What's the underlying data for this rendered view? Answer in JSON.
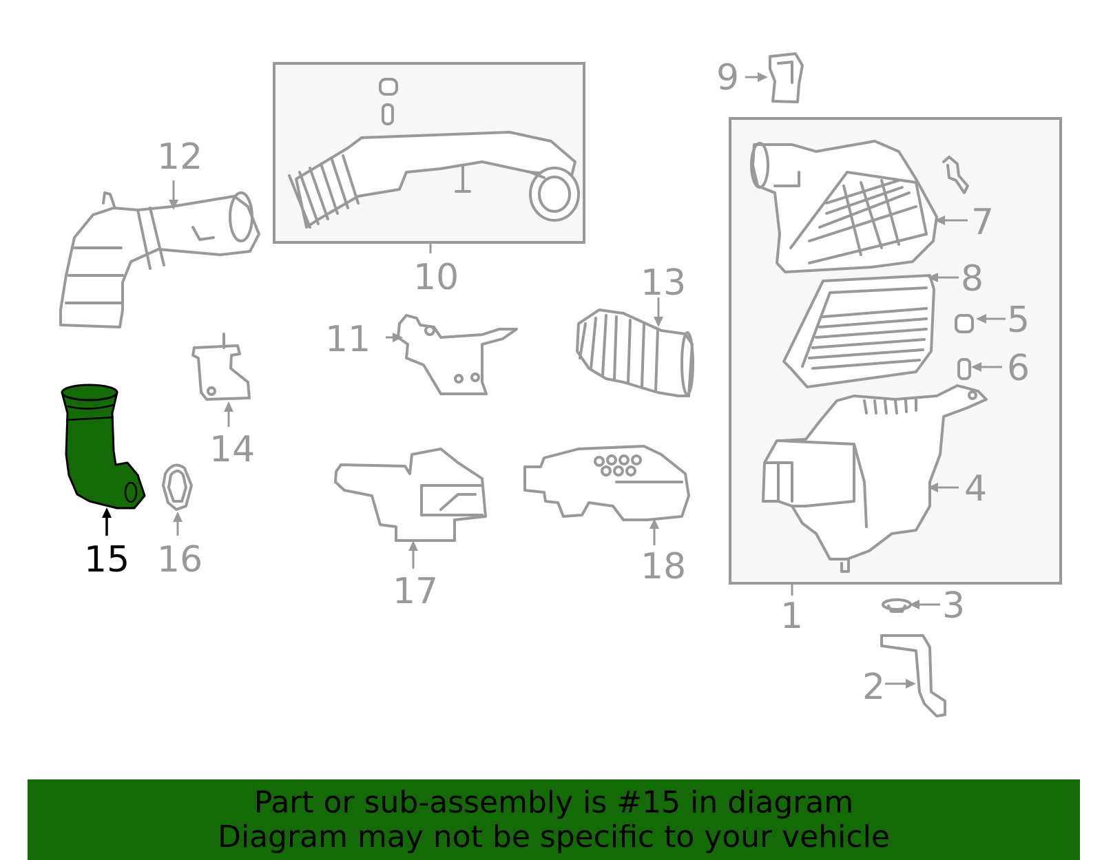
{
  "highlight_color": "#146a06",
  "part_color": "#999999",
  "highlighted_part": "15",
  "callouts": [
    "1",
    "2",
    "3",
    "4",
    "5",
    "6",
    "7",
    "8",
    "9",
    "10",
    "11",
    "12",
    "13",
    "14",
    "15",
    "16",
    "17",
    "18"
  ],
  "banner": {
    "line1": "Part or sub-assembly is #15 in diagram",
    "line2": "Diagram may not be specific to your vehicle"
  }
}
